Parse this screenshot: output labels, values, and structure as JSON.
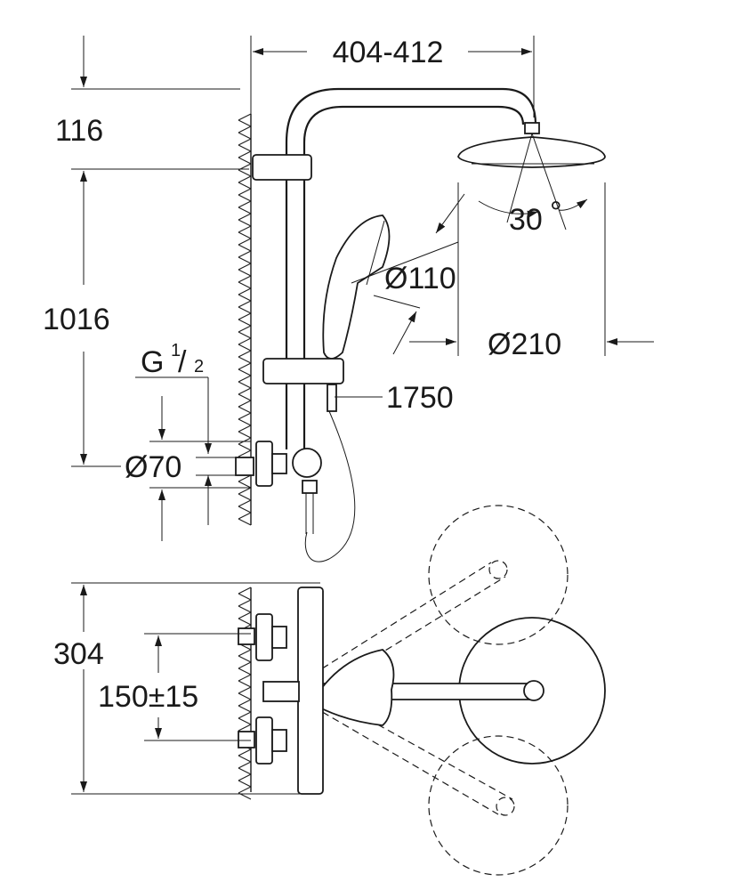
{
  "dimensions": {
    "width_range": "404-412",
    "top_offset": "116",
    "height": "1016",
    "thread_main": "G",
    "thread_num": "1",
    "thread_den": "2",
    "rosette_dia": "Ø70",
    "hand_shower_dia": "Ø110",
    "head_shower_dia": "Ø210",
    "hose_length": "1750",
    "swivel_angle": "30",
    "degree_mark": "°",
    "base_depth": "304",
    "inlet_spacing": "150±15"
  }
}
